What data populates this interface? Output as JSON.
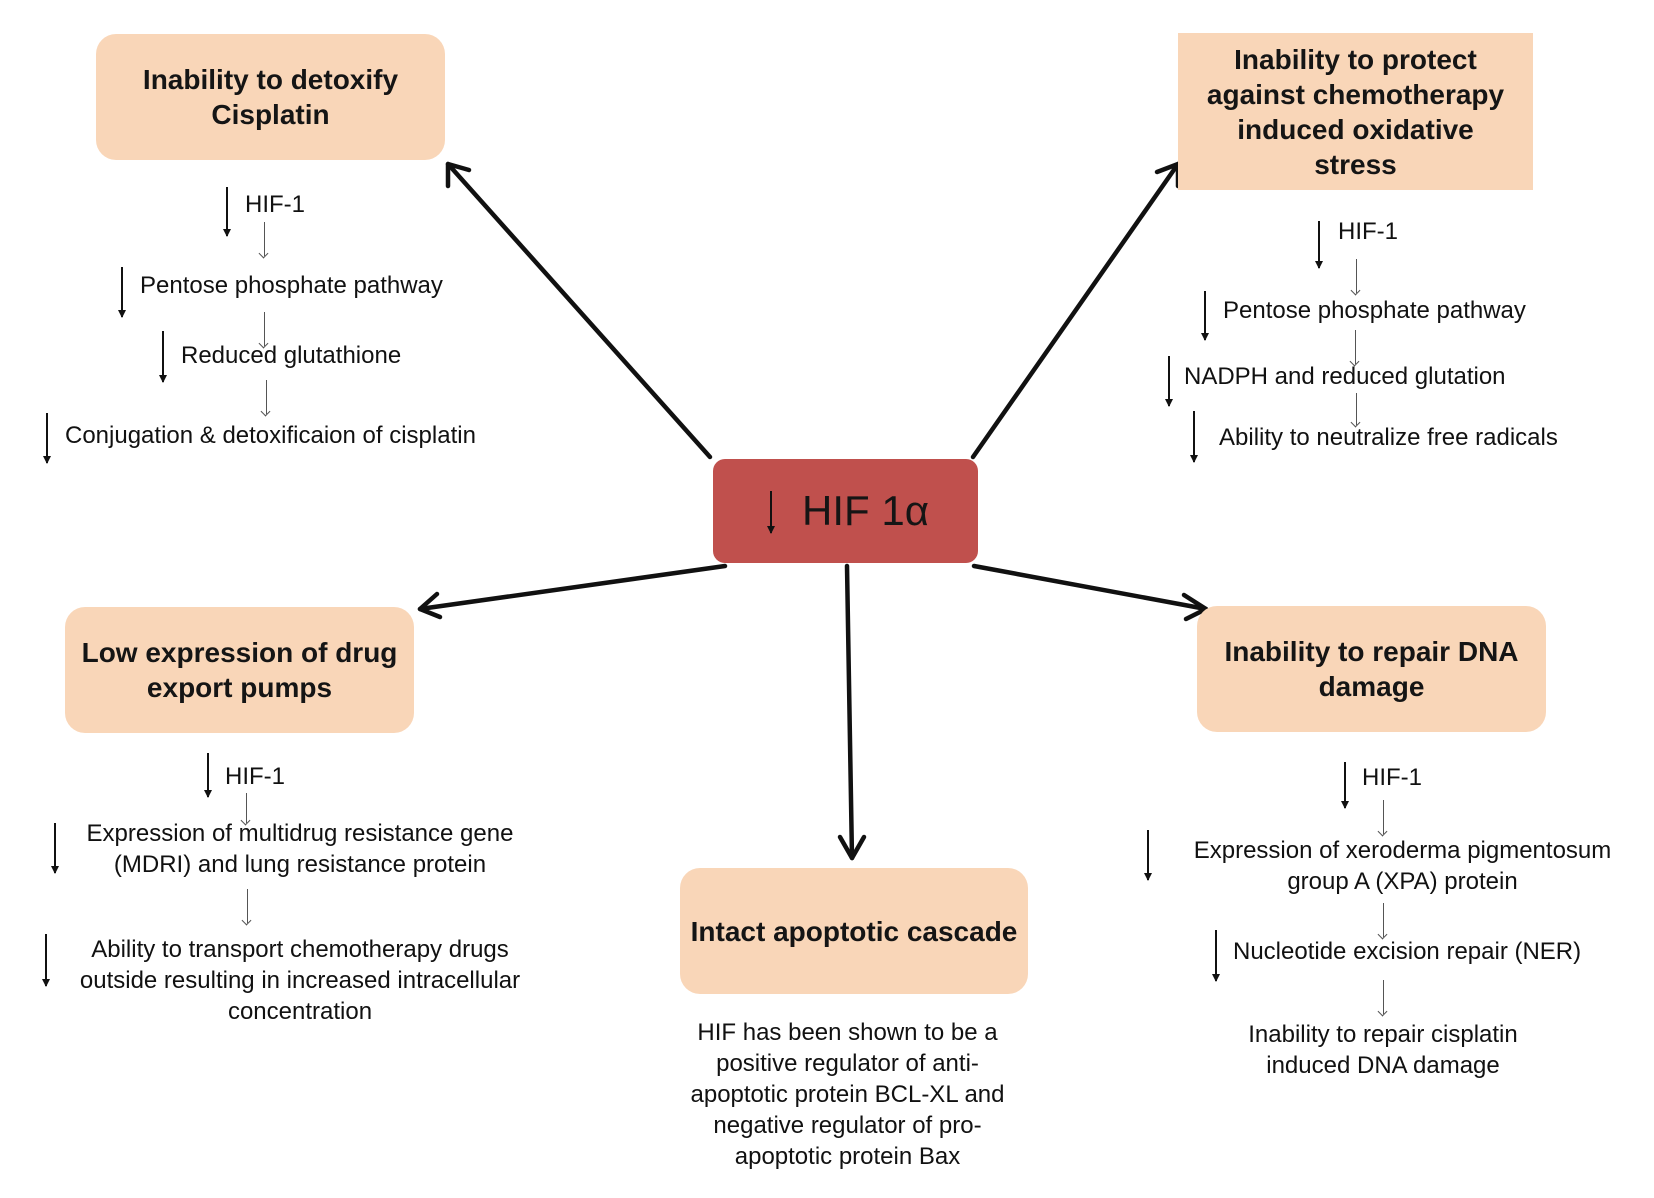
{
  "center": {
    "label": "HIF 1α"
  },
  "branches": {
    "detoxify": {
      "title": "Inability to detoxify Cisplatin",
      "steps": [
        "HIF-1",
        "Pentose phosphate pathway",
        "Reduced glutathione",
        "Conjugation & detoxificaion of cisplatin"
      ]
    },
    "oxidative": {
      "title": "Inability to protect against chemotherapy induced oxidative stress",
      "steps": [
        "HIF-1",
        "Pentose phosphate pathway",
        "NADPH and reduced glutation",
        "Ability to neutralize free radicals"
      ]
    },
    "pumps": {
      "title": "Low expression of drug export pumps",
      "steps": [
        "HIF-1",
        "Expression of multidrug resistance gene (MDRI) and lung resistance protein",
        "Ability to transport chemotherapy drugs outside resulting in increased intracellular concentration"
      ]
    },
    "apoptotic": {
      "title": "Intact apoptotic cascade",
      "note": "HIF has been shown to be a positive regulator of anti-apoptotic protein BCL-XL and negative regulator of pro-apoptotic protein Bax"
    },
    "dna": {
      "title": "Inability to repair DNA damage",
      "steps": [
        "HIF-1",
        "Expression of xeroderma pigmentosum group A (XPA) protein",
        "Nucleotide excision repair (NER)",
        "Inability to repair cisplatin induced DNA damage"
      ]
    }
  },
  "colors": {
    "center_fill": "#c0504d",
    "box_fill": "#f9d6b8",
    "arrow": "#111111"
  }
}
